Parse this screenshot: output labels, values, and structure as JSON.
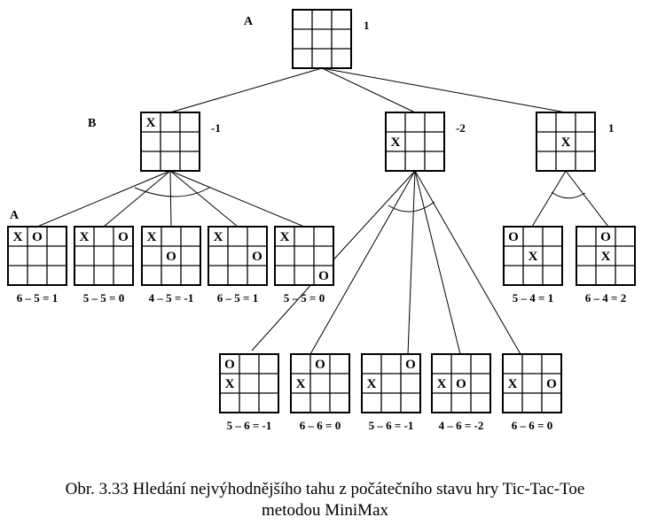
{
  "level_labels": [
    "A",
    "B",
    "A"
  ],
  "root": {
    "score": "1",
    "cells": [
      "",
      "",
      "",
      "",
      "",
      "",
      "",
      "",
      ""
    ]
  },
  "level1": [
    {
      "score": "-1",
      "cells": [
        "X",
        "",
        "",
        "",
        "",
        "",
        "",
        "",
        ""
      ]
    },
    {
      "score": "-2",
      "cells": [
        "",
        "",
        "",
        "X",
        "",
        "",
        "",
        "",
        ""
      ]
    },
    {
      "score": "1",
      "cells": [
        "",
        "",
        "",
        "",
        "X",
        "",
        "",
        "",
        ""
      ]
    }
  ],
  "leaves_corner": [
    {
      "calc": "6 – 5 = 1",
      "cells": [
        "X",
        "O",
        "",
        "",
        "",
        "",
        "",
        "",
        ""
      ]
    },
    {
      "calc": "5 – 5 = 0",
      "cells": [
        "X",
        "",
        "O",
        "",
        "",
        "",
        "",
        "",
        ""
      ]
    },
    {
      "calc": "4 – 5 = -1",
      "cells": [
        "X",
        "",
        "",
        "",
        "O",
        "",
        "",
        "",
        ""
      ]
    },
    {
      "calc": "6 – 5 = 1",
      "cells": [
        "X",
        "",
        "",
        "",
        "",
        "O",
        "",
        "",
        ""
      ]
    },
    {
      "calc": "5 – 5 = 0",
      "cells": [
        "X",
        "",
        "",
        "",
        "",
        "",
        "",
        "",
        "O"
      ]
    }
  ],
  "leaves_edge": [
    {
      "calc": "5 – 6 = -1",
      "cells": [
        "O",
        "",
        "",
        "X",
        "",
        "",
        "",
        "",
        ""
      ]
    },
    {
      "calc": "6 – 6 = 0",
      "cells": [
        "",
        "O",
        "",
        "X",
        "",
        "",
        "",
        "",
        ""
      ]
    },
    {
      "calc": "5 – 6 = -1",
      "cells": [
        "",
        "",
        "O",
        "X",
        "",
        "",
        "",
        "",
        ""
      ]
    },
    {
      "calc": "4 – 6 = -2",
      "cells": [
        "",
        "",
        "",
        "X",
        "O",
        "",
        "",
        "",
        ""
      ]
    },
    {
      "calc": "6 – 6 = 0",
      "cells": [
        "",
        "",
        "",
        "X",
        "",
        "O",
        "",
        "",
        ""
      ]
    }
  ],
  "leaves_center": [
    {
      "calc": "5 – 4 = 1",
      "cells": [
        "O",
        "",
        "",
        "",
        "X",
        "",
        "",
        "",
        ""
      ]
    },
    {
      "calc": "6 – 4 = 2",
      "cells": [
        "",
        "O",
        "",
        "",
        "X",
        "",
        "",
        "",
        ""
      ]
    }
  ],
  "caption": {
    "line1": "Obr. 3.33   Hledání nejvýhodnějšího tahu z počátečního stavu hry Tic-Tac-Toe",
    "line2": "metodou MiniMax"
  }
}
